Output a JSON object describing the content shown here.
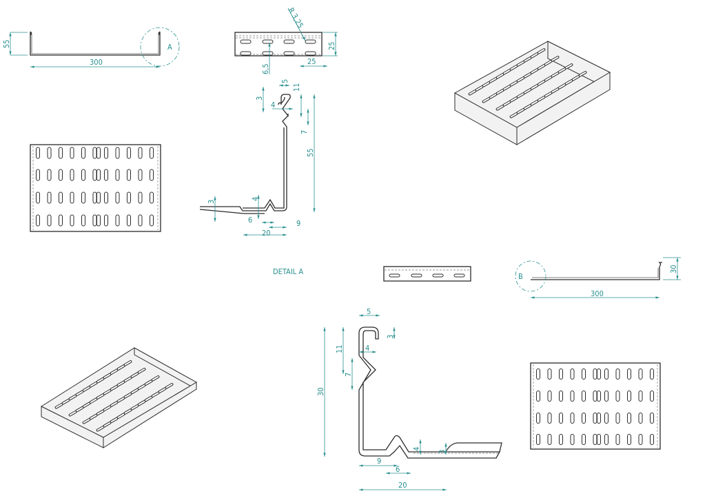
{
  "drawing": {
    "colors": {
      "dimension": "#2a8f8f",
      "line": "#2a2a2a"
    },
    "section_a": {
      "height_label": "55",
      "width_label": "300",
      "detail_marker": "A"
    },
    "side_strip": {
      "radius_label": "R 3,25",
      "height_label": "25",
      "pitch_label": "25",
      "offset_label": "6,5"
    },
    "detail_a": {
      "title": "DETAIL A",
      "labels": {
        "hook_width": "5",
        "hook_height": "11",
        "hook_drop": "3",
        "notch_depth": "4",
        "notch_height": "7",
        "wall_height": "55",
        "flange_step": "3",
        "bump_height": "4",
        "bump_width": "6",
        "corner_offset": "9",
        "flange_width": "20"
      }
    },
    "section_b": {
      "height_label": "30",
      "width_label": "300",
      "detail_marker": "B"
    },
    "detail_b": {
      "labels": {
        "hook_width": "5",
        "hook_drop": "3",
        "hook_height": "11",
        "notch_depth": "4",
        "notch_height": "7",
        "wall_height": "30",
        "bump_height": "4",
        "flange_step": "3",
        "corner_offset": "9",
        "bump_width": "6",
        "flange_width": "20"
      }
    }
  }
}
